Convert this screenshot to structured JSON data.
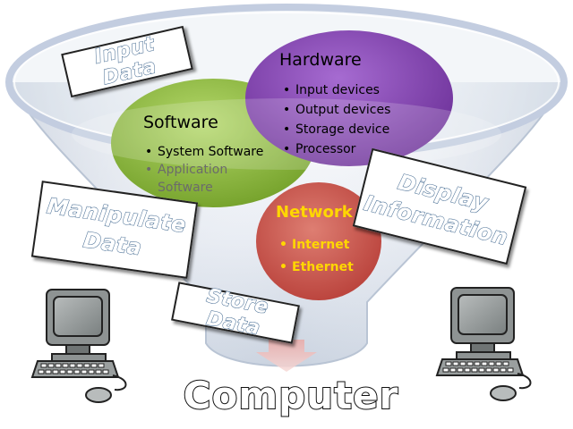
{
  "hardware": {
    "title": "Hardware",
    "items": [
      "Input devices",
      "Output devices",
      "Storage device",
      "Processor"
    ],
    "color": "#8040a8"
  },
  "software": {
    "title": "Software",
    "items": [
      "System Software",
      "Application Software"
    ],
    "color": "#8cb83c"
  },
  "network": {
    "title": "Network",
    "items": [
      "Internet",
      "Ethernet"
    ],
    "color": "#c4504a",
    "text_color": "#ffd700"
  },
  "cards": {
    "input": "Input Data",
    "manipulate": "Manipulate\nData",
    "display": "Display\nInformation",
    "store": "Store Data"
  },
  "title": "Computer",
  "icons": [
    "funnel-icon",
    "arrow-down-icon",
    "computer-icon",
    "keyboard-icon",
    "mouse-icon"
  ]
}
